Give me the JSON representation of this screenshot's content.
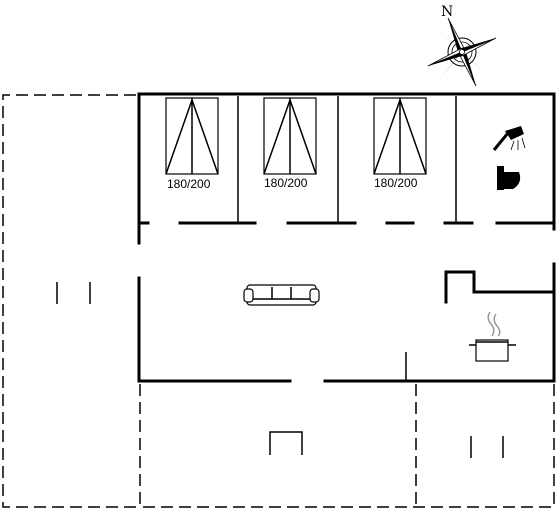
{
  "compass": {
    "north_label": "N",
    "icon": "compass-rose-icon"
  },
  "rooms": {
    "bedroom_1": {
      "bed_label": "180/200"
    },
    "bedroom_2": {
      "bed_label": "180/200"
    },
    "bedroom_3": {
      "bed_label": "180/200"
    }
  },
  "icons": {
    "shower": "shower-icon",
    "toilet": "toilet-icon",
    "sofa": "sofa-icon",
    "cooking_pot": "cooking-pot-icon"
  },
  "colors": {
    "line": "#000000",
    "background": "#ffffff"
  }
}
